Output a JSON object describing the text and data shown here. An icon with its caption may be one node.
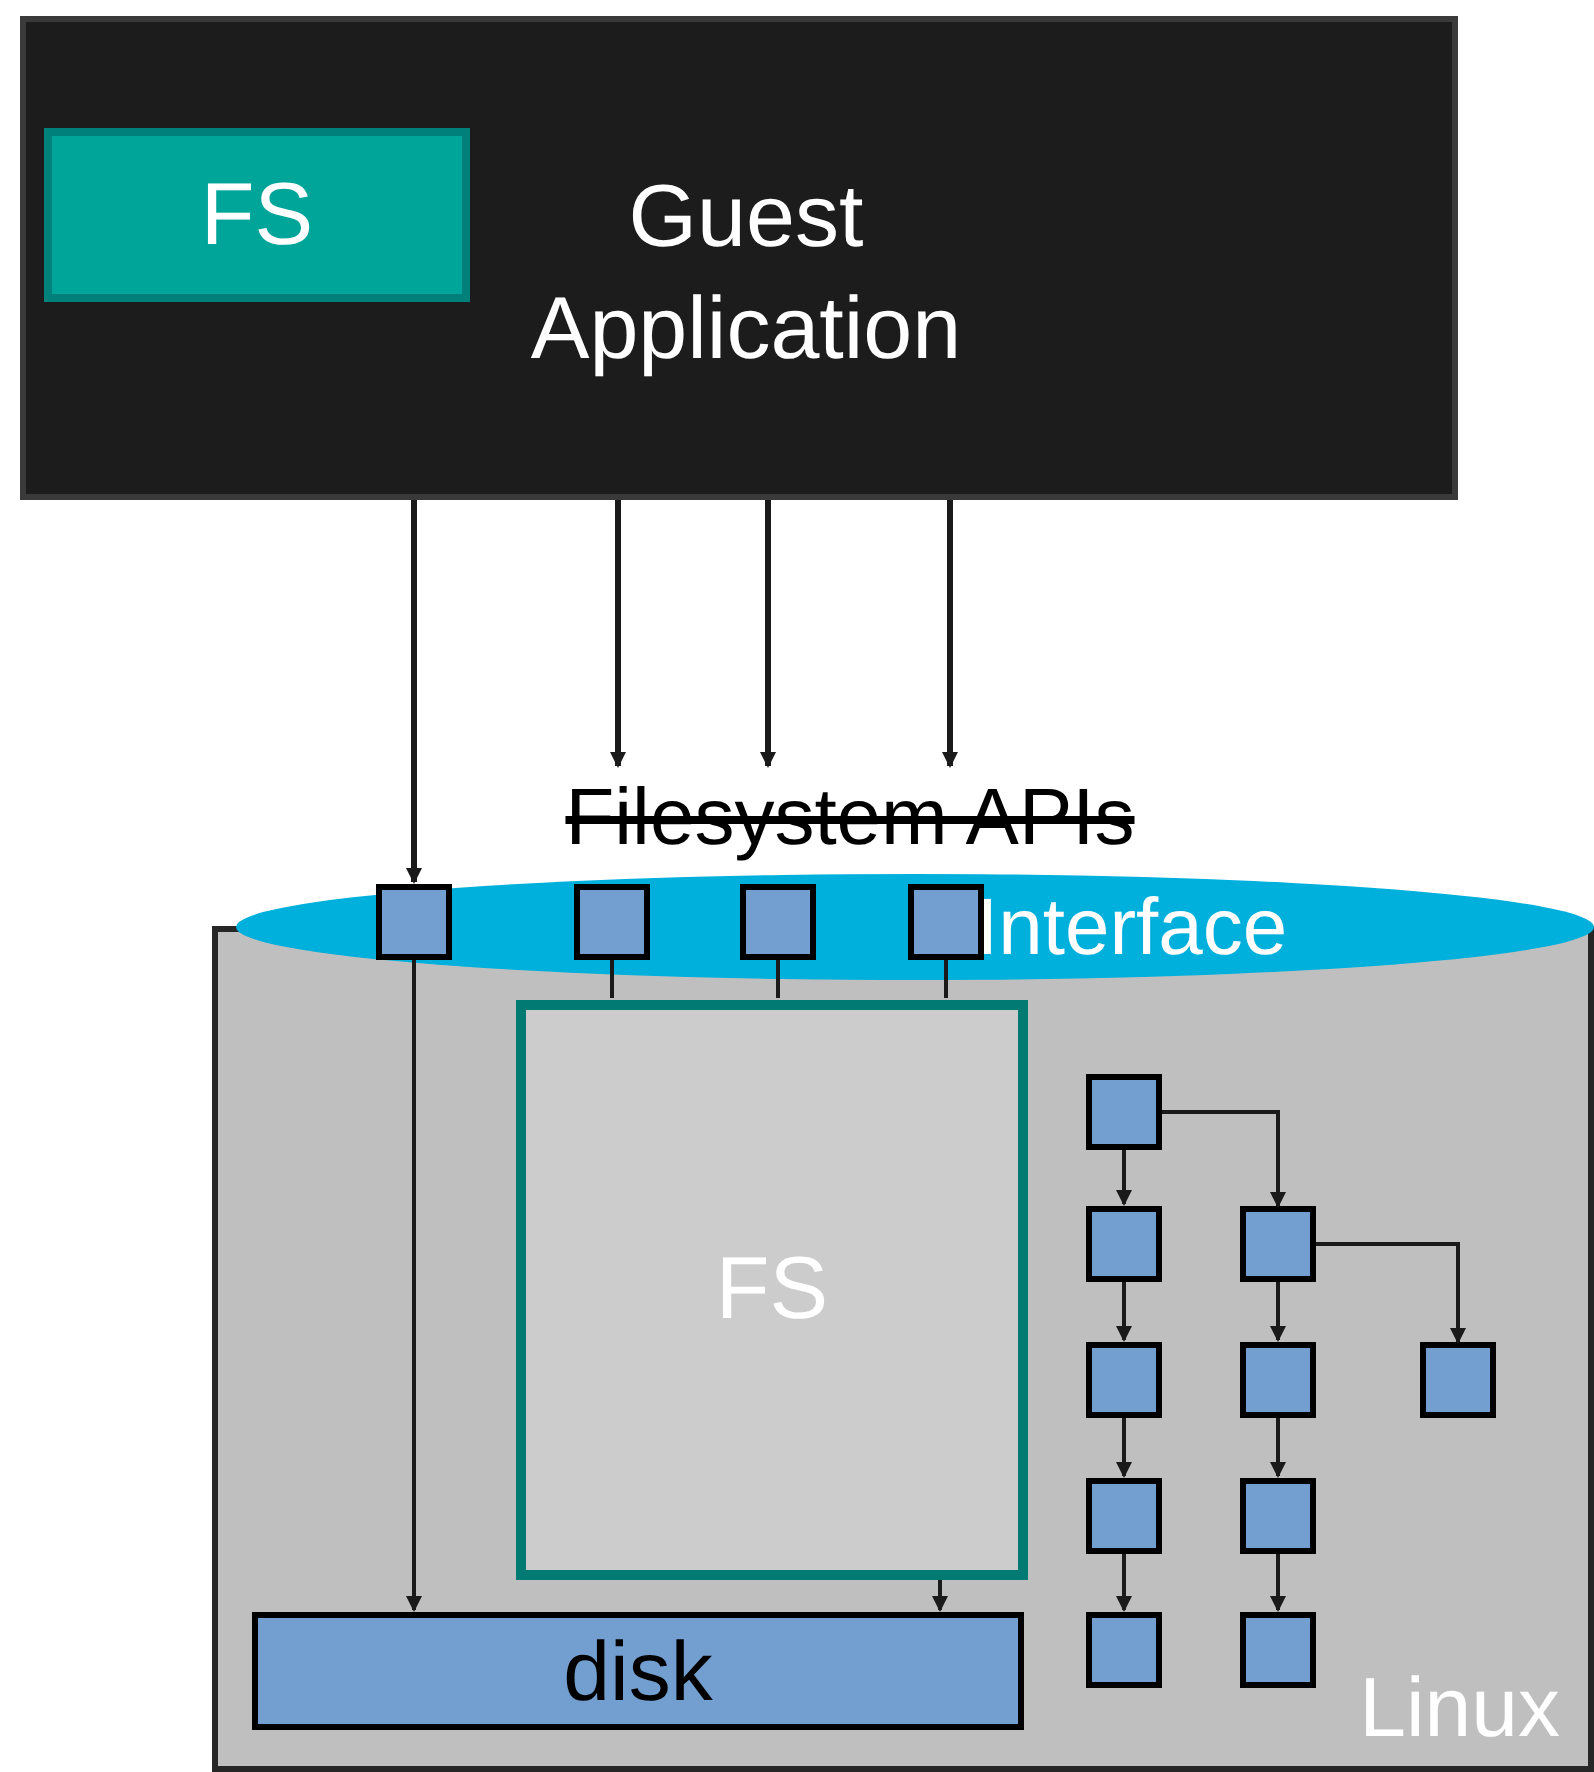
{
  "diagram": {
    "nodes": [
      {
        "text": [
          "Guest Application"
        ]
      },
      {
        "text": [
          "FS"
        ],
        "in": 0
      },
      {
        "text": [
          "Filesystem APIs"
        ]
      },
      {
        "text": [
          "Linux"
        ]
      },
      {
        "text": [
          "Interface"
        ]
      },
      {
        "text": [],
        "shape": "box",
        "in": 4
      },
      {
        "text": [],
        "shape": "box",
        "in": 4
      },
      {
        "text": [],
        "shape": "box",
        "in": 4
      },
      {
        "text": [],
        "shape": "box",
        "in": 4
      },
      {
        "text": [
          "FS"
        ],
        "in": 3
      },
      {
        "text": [
          "disk"
        ],
        "in": 3
      },
      {
        "text": [],
        "shape": "box",
        "in": 3
      },
      {
        "text": [],
        "shape": "box",
        "in": 3
      },
      {
        "text": [],
        "shape": "box",
        "in": 3
      },
      {
        "text": [],
        "shape": "box",
        "in": 3
      },
      {
        "text": [],
        "shape": "box",
        "in": 3
      },
      {
        "text": [],
        "shape": "box",
        "in": 3
      },
      {
        "text": [],
        "shape": "box",
        "in": 3
      },
      {
        "text": [],
        "shape": "box",
        "in": 3
      },
      {
        "text": [],
        "shape": "box",
        "in": 3
      },
      {
        "text": [],
        "shape": "box",
        "in": 3
      }
    ],
    "edges": [
      {
        "from": 0,
        "to": 5,
        "arrow": "to"
      },
      {
        "from": 0,
        "to": 2,
        "arrow": "to"
      },
      {
        "from": 0,
        "to": 2,
        "arrow": "to"
      },
      {
        "from": 0,
        "to": 2,
        "arrow": "to"
      },
      {
        "from": 5,
        "to": 10,
        "arrow": "to"
      },
      {
        "from": 6,
        "to": 9,
        "arrow": "none"
      },
      {
        "from": 7,
        "to": 9,
        "arrow": "none"
      },
      {
        "from": 8,
        "to": 9,
        "arrow": "none"
      },
      {
        "from": 9,
        "to": 10,
        "arrow": "to"
      },
      {
        "from": 11,
        "to": 12,
        "arrow": "to"
      },
      {
        "from": 12,
        "to": 13,
        "arrow": "to"
      },
      {
        "from": 13,
        "to": 14,
        "arrow": "to"
      },
      {
        "from": 14,
        "to": 15,
        "arrow": "to"
      },
      {
        "from": 11,
        "to": 16,
        "arrow": "to"
      },
      {
        "from": 16,
        "to": 17,
        "arrow": "to"
      },
      {
        "from": 17,
        "to": 18,
        "arrow": "to"
      },
      {
        "from": 18,
        "to": 19,
        "arrow": "to"
      },
      {
        "from": 16,
        "to": 20,
        "arrow": "to"
      }
    ]
  }
}
